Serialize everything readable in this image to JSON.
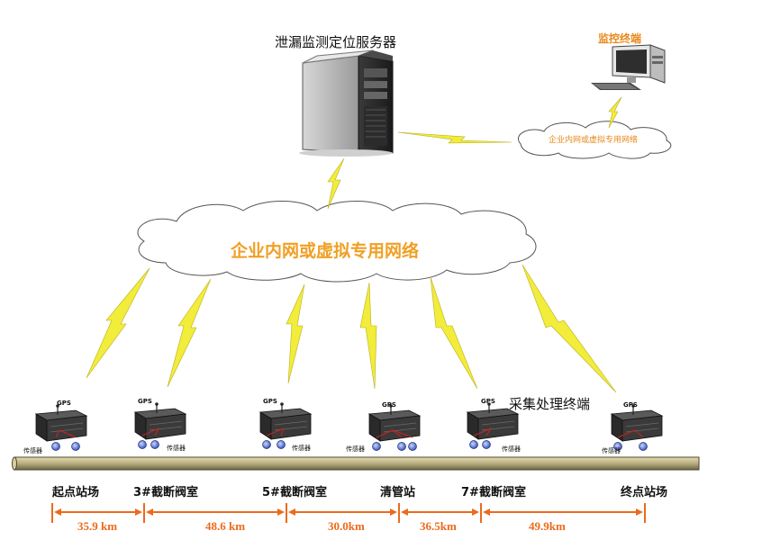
{
  "server": {
    "title": "泄漏监测定位服务器"
  },
  "monitor": {
    "title": "监控终端"
  },
  "networks": {
    "small_cloud": "企业内网或虚拟专用网络",
    "big_cloud": "企业内网或虚拟专用网络"
  },
  "terminals": {
    "label": "采集处理终端",
    "gps_label": "GPS",
    "sensor_label": "传感器"
  },
  "stations": [
    "起点站场",
    "3#截断阀室",
    "5#截断阀室",
    "清管站",
    "7#截断阀室",
    "终点站场"
  ],
  "distances": [
    "35.9 km",
    "48.6 km",
    "30.0km",
    "36.5km",
    "49.9km"
  ],
  "colors": {
    "lightning": "#f2ec3a",
    "dimension_line": "#ec6a1c",
    "accent_text": "#e8891b",
    "pipeline": "#b8ad7e"
  }
}
